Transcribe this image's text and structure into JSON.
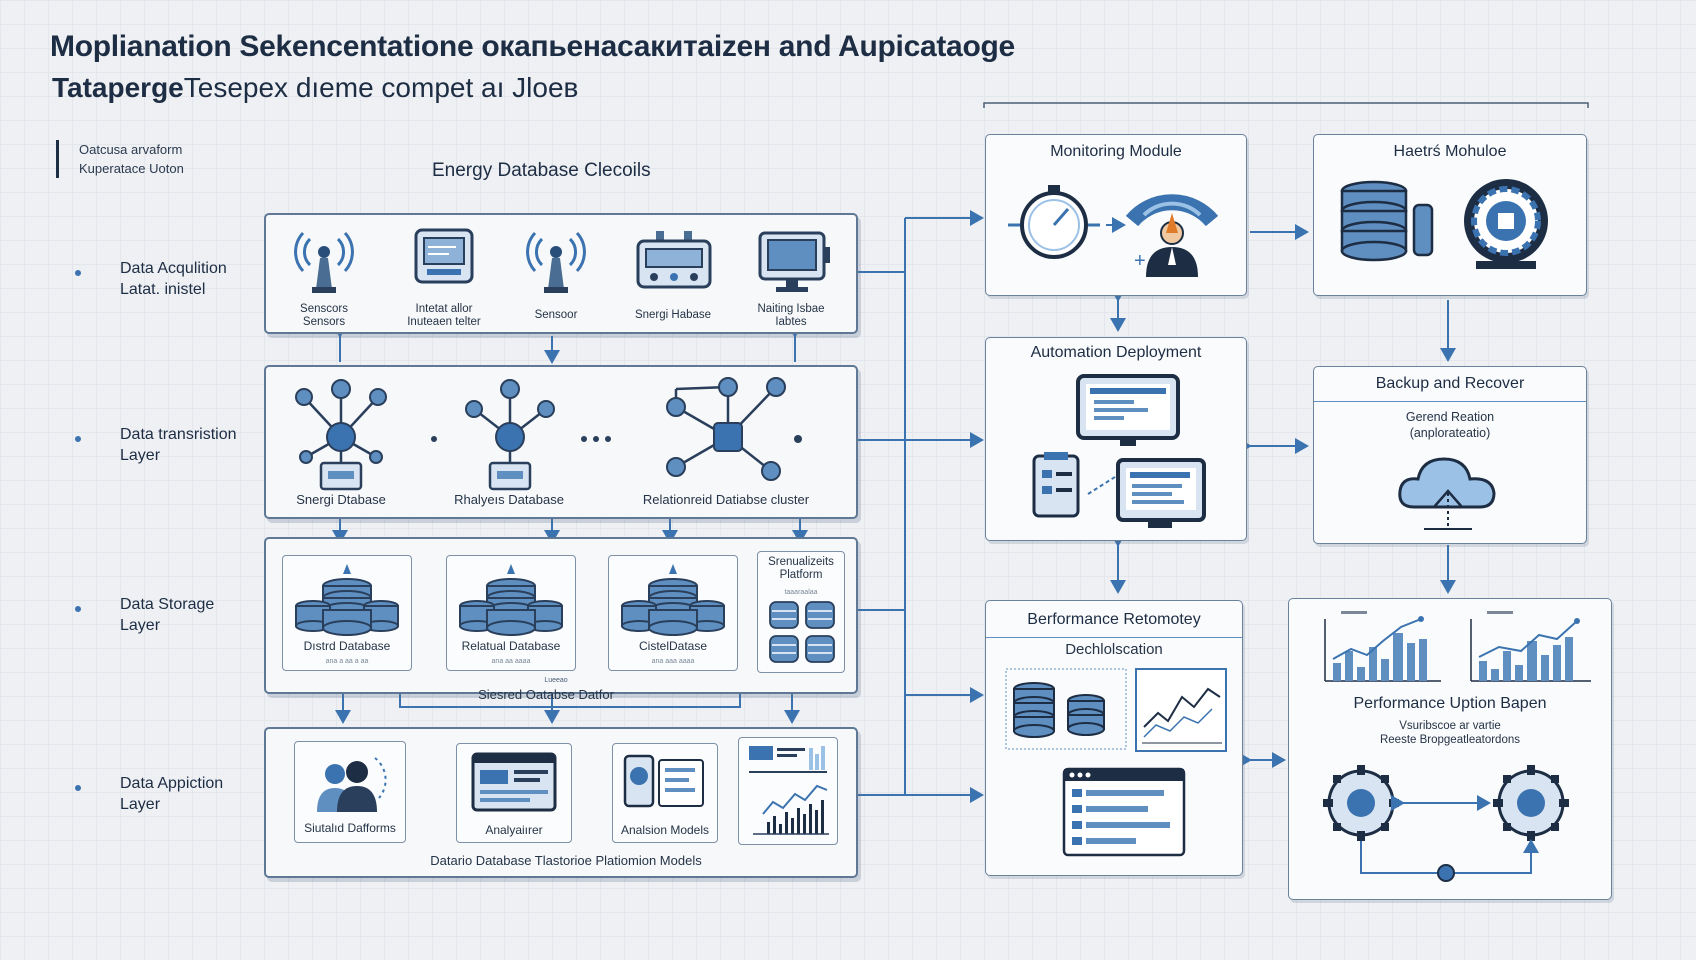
{
  "header": {
    "title": "Moplianation Sekencentatione oкапьенасакитаizен and Aupicataoge",
    "subtitle_bold": "Tataperge",
    "subtitle_rest": "Tesepex dıeme compet aı Jloeв",
    "note_line1": "Oatcusa arvaform",
    "note_line2": "Kuperatace Uoton"
  },
  "diagram_heading": "Energy Database Clecoils",
  "layers": [
    {
      "line1": "Data Acqulition",
      "line2": "Latat. inistel"
    },
    {
      "line1": "Data transristion",
      "line2": "Layer"
    },
    {
      "line1": "Data Storage",
      "line2": "Layer"
    },
    {
      "line1": "Data Appiction",
      "line2": "Layer"
    }
  ],
  "acquisition": {
    "items": [
      {
        "label1": "Senscors",
        "label2": "Sensors",
        "icon": "antenna-icon"
      },
      {
        "label1": "Intetat allor",
        "label2": "Inuteaen telter",
        "icon": "monitor-device-icon"
      },
      {
        "label1": "Sensoor",
        "label2": "",
        "icon": "antenna-icon"
      },
      {
        "label1": "Snergi Habase",
        "label2": "",
        "icon": "meter-device-icon"
      },
      {
        "label1": "Naiting Isbae",
        "label2": "Iabtes",
        "icon": "display-terminal-icon"
      }
    ]
  },
  "transmission": {
    "items": [
      {
        "label": "Snergi Dtabase"
      },
      {
        "label": "Rhalyeıs Database"
      },
      {
        "label": "Relationreid Datiabse cluster"
      }
    ]
  },
  "storage": {
    "items": [
      {
        "label": "Dıstrd Database",
        "sub": "ana a aa a aa"
      },
      {
        "label": "Relatual Database",
        "sub": "ana aa aaaa"
      },
      {
        "label": "CistelDatase",
        "sub": "ana aaa aaaa"
      }
    ],
    "viz_title1": "Srenualizeits",
    "viz_title2": "Platform",
    "viz_sub": "taaaraalaa",
    "footer_small": "Lueeao",
    "footer": "Siesred Oatabse Datfor"
  },
  "application": {
    "items": [
      {
        "label": "Siutalıd Dafforms"
      },
      {
        "label": "Analyaiırer"
      },
      {
        "label": "Analsion Models"
      }
    ],
    "footer": "Datario Database Tlastorioe Platiomion Models"
  },
  "modules": {
    "monitoring": {
      "title": "Monitoring Module"
    },
    "haetrs": {
      "title": "Haetrś Mohuloe"
    },
    "automation": {
      "title": "Automation Deployment"
    },
    "backup": {
      "title": "Backup and Recover",
      "line1": "Gerend Reation",
      "line2": "(anplorateatio)"
    },
    "performance": {
      "title": "Berformance Retomotey",
      "subtitle": "Dechlolscation"
    },
    "optimization": {
      "title": "Performance Uption Bapen",
      "line1": "Vsuribscoe ar vartie",
      "line2": "Reeste Bropgeatleatordons"
    }
  },
  "colors": {
    "accent": "#3b73b0",
    "panel_border": "#5f7896",
    "dark": "#1d2d44",
    "light_blue": "#9cc1e6"
  }
}
